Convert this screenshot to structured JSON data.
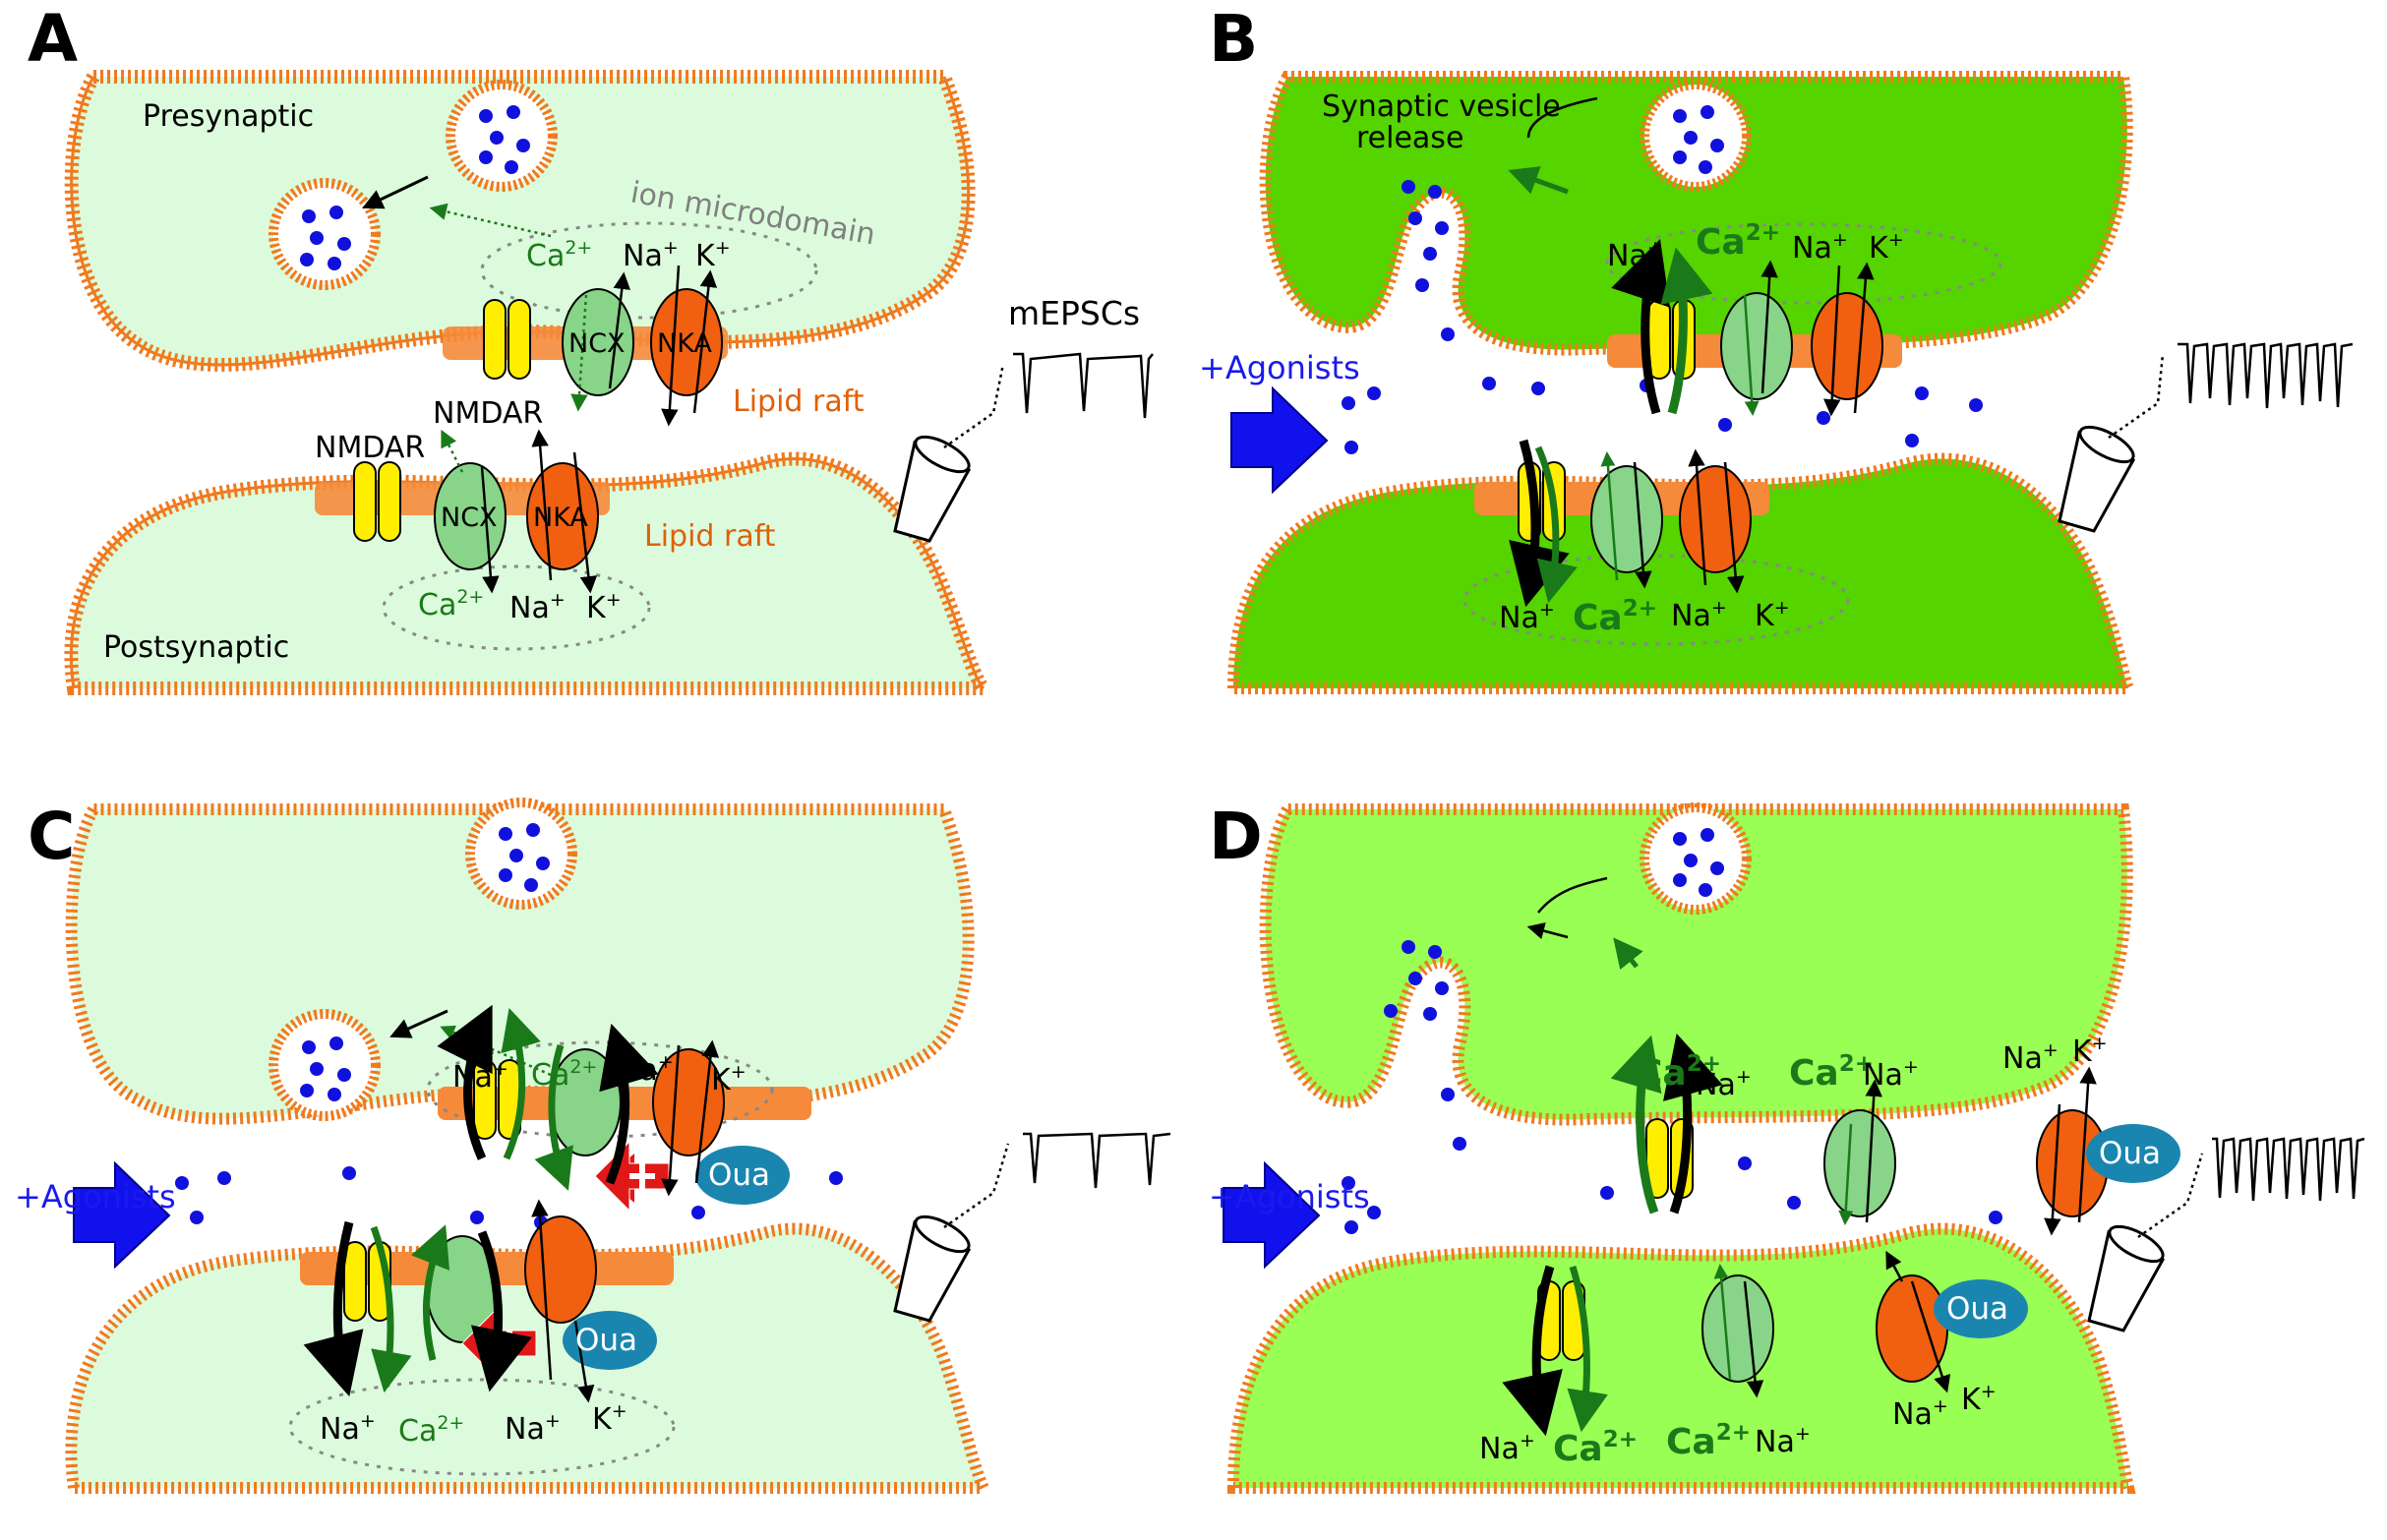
{
  "colors": {
    "membrane": "#f07a1e",
    "cyto_resting": "#dcfbdc",
    "cyto_active": "#55d400",
    "cyto_ouabain": "#99ff55",
    "vesicle_dot": "#1111dd",
    "nmdar": "#ffee00",
    "ncx": "#88d488",
    "nka": "#f06010",
    "oua": "#1a86b0",
    "plus_arrow": "#e01818",
    "agonist_arrow": "#1111ee",
    "calcium_text": "#1a7a1a"
  },
  "icons": {
    "electrode": "patch-pipette-icon",
    "agonist": "block-arrow-icon",
    "plus": "plus-arrow-icon"
  },
  "panels": {
    "A": {
      "letter": "A",
      "presynaptic": "Presynaptic",
      "postsynaptic": "Postsynaptic",
      "microdomain": "ion microdomain",
      "nmdar_pre": "NMDAR",
      "nmdar_post": "NMDAR",
      "ncx_pre": "NCX",
      "nka_pre": "NKA",
      "ncx_post": "NCX",
      "nka_post": "NKA",
      "raft_pre": "Lipid raft",
      "raft_post": "Lipid raft",
      "mepsc": "mEPSCs",
      "ion_ca": "Ca",
      "ion_na": "Na",
      "ion_k": "K",
      "sup_ca": "2+",
      "sup_mono": "+"
    },
    "B": {
      "letter": "B",
      "release_line1": "Synaptic vesicle",
      "release_line2": "release",
      "agonists": "+Agonists",
      "ion_ca": "Ca",
      "ion_na": "Na",
      "ion_k": "K",
      "sup_ca": "2+",
      "sup_mono": "+"
    },
    "C": {
      "letter": "C",
      "agonists": "+Agonists",
      "oua_pre": "Oua",
      "oua_post": "Oua",
      "ion_ca": "Ca",
      "ion_na": "Na",
      "ion_k": "K",
      "sup_ca": "2+",
      "sup_mono": "+"
    },
    "D": {
      "letter": "D",
      "agonists": "+Agonists",
      "oua_pre": "Oua",
      "oua_post": "Oua",
      "ion_ca": "Ca",
      "ion_na": "Na",
      "ion_k": "K",
      "sup_ca": "2+",
      "sup_mono": "+"
    }
  }
}
